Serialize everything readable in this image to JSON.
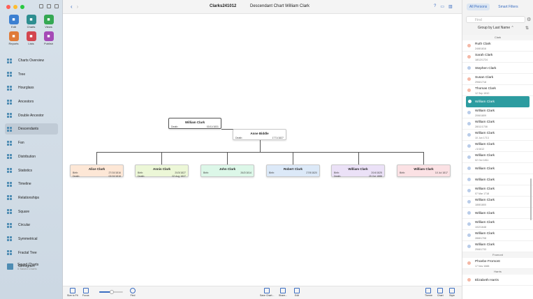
{
  "window": {
    "doc_title": "Clarks241012",
    "chart_title": "Descendant Chart William Clark"
  },
  "colors": {
    "accent": "#3a6dc1",
    "selected": "#2d9ca0",
    "female": "#f4b8a6",
    "male": "#b9cce9"
  },
  "sidebar": {
    "top_tiles": [
      {
        "label": "Edit",
        "icon": "pencil-icon",
        "color": "#3b7fd1"
      },
      {
        "label": "Charts",
        "icon": "charts-icon",
        "color": "#2e8e90"
      },
      {
        "label": "Views",
        "icon": "eye-icon",
        "color": "#34a853"
      },
      {
        "label": "Reports",
        "icon": "reports-icon",
        "color": "#e07b39"
      },
      {
        "label": "Lists",
        "icon": "lists-icon",
        "color": "#d3464f"
      },
      {
        "label": "Publish",
        "icon": "publish-icon",
        "color": "#a54ab6"
      }
    ],
    "items": [
      {
        "label": "Charts Overview"
      },
      {
        "label": "Tree"
      },
      {
        "label": "Hourglass"
      },
      {
        "label": "Ancestors"
      },
      {
        "label": "Double Ancestor"
      },
      {
        "label": "Descendants"
      },
      {
        "label": "Fan"
      },
      {
        "label": "Distribution"
      },
      {
        "label": "Statistics"
      },
      {
        "label": "Timeline"
      },
      {
        "label": "Relationships"
      },
      {
        "label": "Square"
      },
      {
        "label": "Circular"
      },
      {
        "label": "Symmetrical"
      },
      {
        "label": "Fractal Tree"
      },
      {
        "label": "Genogram"
      }
    ],
    "saved": {
      "label": "Saved Charts",
      "sub": "0 Saved Charts"
    }
  },
  "chart": {
    "root": {
      "name": "William Clark",
      "label": "Death:",
      "value": "03/11/1831"
    },
    "spouse": {
      "name": "Anne Biddle",
      "label": "Death:",
      "value": "1771/1827"
    },
    "children": [
      {
        "name": "Alice Clark",
        "l1": "Birth:",
        "v1": "27/10/1816",
        "l2": "Death:",
        "v2": "02/10/1818",
        "bg": "#fde7d6"
      },
      {
        "name": "Annis Clark",
        "l1": "Birth:",
        "v1": "20/3/1827",
        "l2": "Death:",
        "v2": "02 Aug 1827",
        "bg": "#ecf7d7"
      },
      {
        "name": "John Clark",
        "l1": "Birth:",
        "v1": "26/2/1814",
        "l2": "",
        "v2": "",
        "bg": "#dcf7e8"
      },
      {
        "name": "Robert Clark",
        "l1": "Birth:",
        "v1": "27/5/1820",
        "l2": "",
        "v2": "",
        "bg": "#dce9f8"
      },
      {
        "name": "William Clark",
        "l1": "Birth:",
        "v1": "20/4/1825",
        "l2": "Death:",
        "v2": "25 Oct 1888",
        "bg": "#ebe1f7"
      },
      {
        "name": "William Clark",
        "l1": "Birth:",
        "v1": "10 Jul 1817",
        "l2": "",
        "v2": "",
        "bg": "#fbe1e4"
      }
    ]
  },
  "bottombar": {
    "size_to_fit": "Size to Fit",
    "focus": "Focus",
    "find": "Find",
    "save_chart": "Save Chart...",
    "share": "Share...",
    "edit": "Edit",
    "theme": "Theme",
    "chart": "Chart",
    "style": "Style"
  },
  "rightpanel": {
    "tab_all": "All Persons",
    "tab_smart": "Smart Filters",
    "find_placeholder": "Find",
    "group_by": "Group by Last Name",
    "sections": [
      {
        "title": "Clark",
        "persons": [
          {
            "name": "Ruth Clark",
            "date": "24/8/1816",
            "sex": "f"
          },
          {
            "name": "Sarah Clark",
            "date": "18/12/1724",
            "sex": "f"
          },
          {
            "name": "Stephen Clark",
            "date": "",
            "sex": "m"
          },
          {
            "name": "Susan Clark",
            "date": "29/6/1718",
            "sex": "f"
          },
          {
            "name": "Thomas Clark",
            "date": "12 Sep 1810",
            "sex": "f"
          },
          {
            "name": "William Clark",
            "date": "",
            "sex": "m",
            "selected": true
          },
          {
            "name": "William Clark",
            "date": "20/6/1809",
            "sex": "m"
          },
          {
            "name": "William Clark",
            "date": "28/11/1708",
            "sex": "m"
          },
          {
            "name": "William Clark",
            "date": "10 Jun 1713",
            "sex": "m"
          },
          {
            "name": "William Clark",
            "date": "-/1/1612",
            "sex": "m"
          },
          {
            "name": "William Clark",
            "date": "02 Oct 1811",
            "sex": "m"
          },
          {
            "name": "William Clark",
            "date": "",
            "sex": "m"
          },
          {
            "name": "William Clark",
            "date": "",
            "sex": "m"
          },
          {
            "name": "William Clark",
            "date": "07 Mar 1718",
            "sex": "m"
          },
          {
            "name": "William Clark",
            "date": "18/8/1800",
            "sex": "m"
          },
          {
            "name": "William Clark",
            "date": "",
            "sex": "m"
          },
          {
            "name": "William Clark",
            "date": "10/2/1648",
            "sex": "m"
          },
          {
            "name": "William Clark",
            "date": "28/8/1708",
            "sex": "m"
          },
          {
            "name": "William Clark",
            "date": "25/8/1733",
            "sex": "m"
          }
        ]
      },
      {
        "title": "Fromont",
        "persons": [
          {
            "name": "Phoebe Fromont",
            "date": "17 Nov 1688",
            "sex": "f"
          }
        ]
      },
      {
        "title": "Harris",
        "persons": [
          {
            "name": "Elizabeth Harris",
            "date": "",
            "sex": "f"
          }
        ]
      }
    ]
  }
}
